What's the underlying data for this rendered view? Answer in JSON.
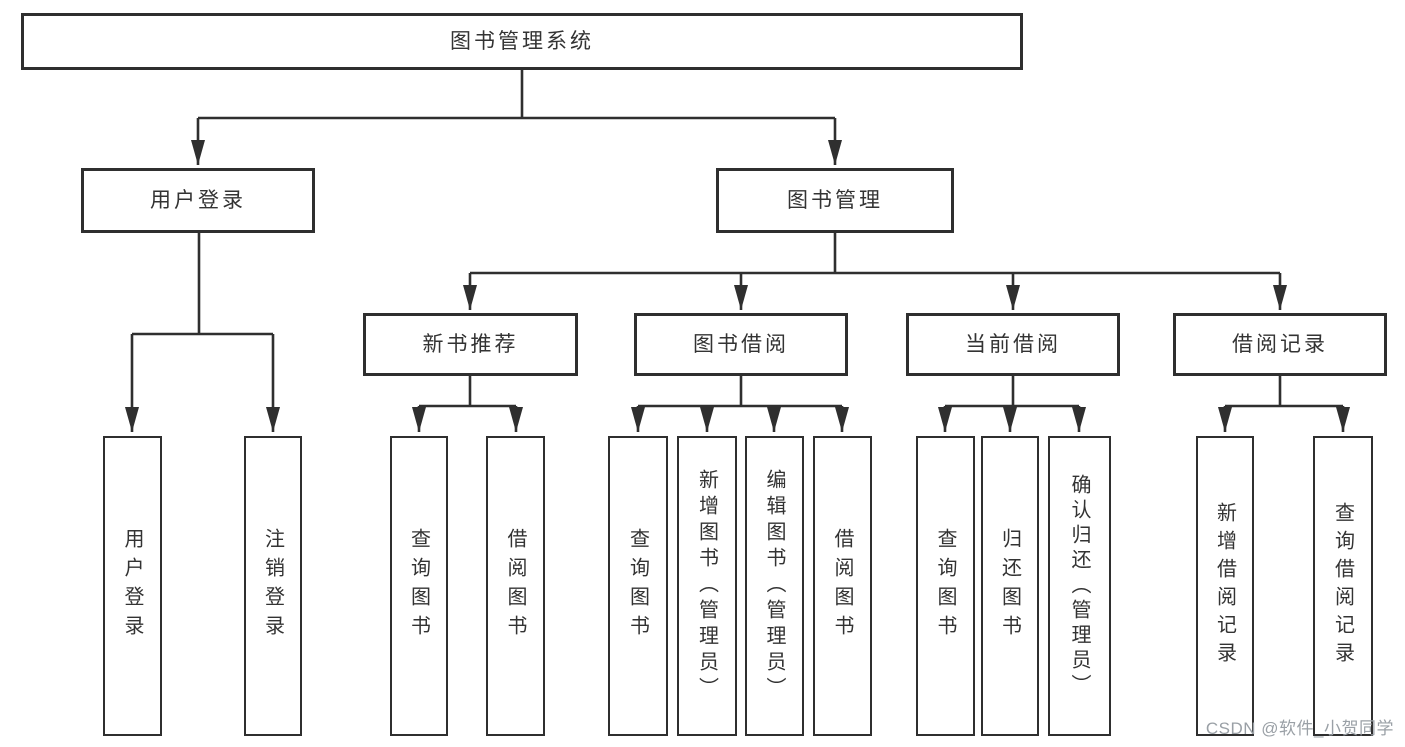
{
  "nodes": {
    "root": "图书管理系统",
    "user_login": "用户登录",
    "book_mgmt": "图书管理",
    "new_book_rec": "新书推荐",
    "book_borrow": "图书借阅",
    "current_borrow": "当前借阅",
    "borrow_records": "借阅记录",
    "user_login_leaf": "用户登录",
    "logout_leaf": "注销登录",
    "rec_query_book": "查询图书",
    "rec_borrow_book": "借阅图书",
    "bb_query_book": "查询图书",
    "bb_add_book": "新增图书（管理员）",
    "bb_edit_book": "编辑图书（管理员）",
    "bb_borrow_book": "借阅图书",
    "cb_query_book": "查询图书",
    "cb_return_book": "归还图书",
    "cb_confirm_return": "确认归还（管理员）",
    "br_add_record": "新增借阅记录",
    "br_query_record": "查询借阅记录"
  },
  "watermark": "CSDN @软件_小贺同学",
  "colors": {
    "line": "#2f2f2f",
    "text": "#333333",
    "background": "#ffffff",
    "watermark": "#9aa0a6"
  }
}
